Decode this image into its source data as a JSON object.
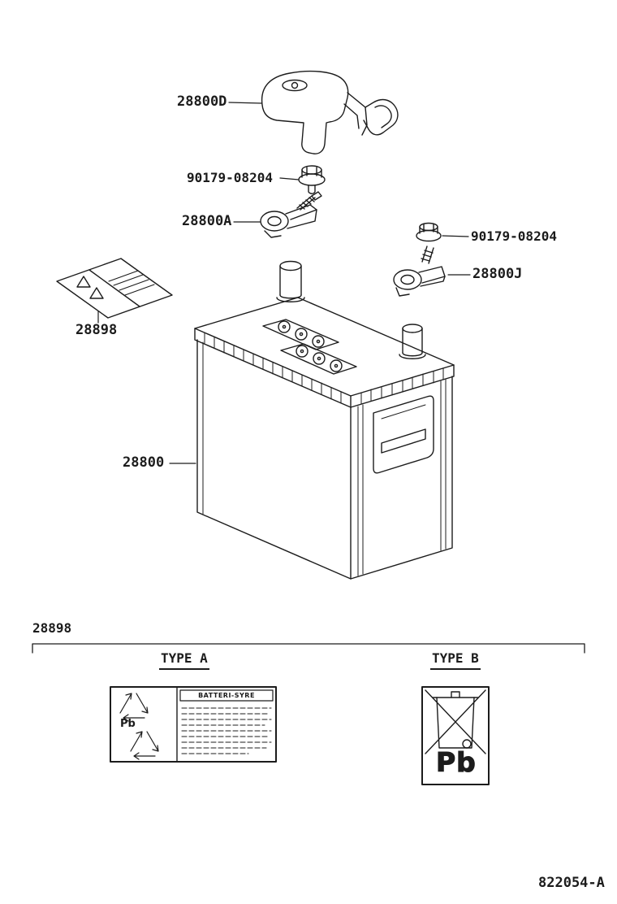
{
  "callouts": {
    "terminal_cover": "28800D",
    "nut_top": "90179-08204",
    "terminal_clamp_a": "28800A",
    "nut_right": "90179-08204",
    "terminal_clamp_j": "28800J",
    "caution_label": "28898",
    "battery": "28800"
  },
  "footer": {
    "group_number": "28898",
    "type_a": "TYPE A",
    "type_b": "TYPE B",
    "drawing_number": "822054-A"
  },
  "labels": {
    "type_a": {
      "header": "BATTERI-SYRE",
      "pb": "Pb"
    },
    "type_b": {
      "pb": "Pb"
    }
  },
  "colors": {
    "ink": "#1c1c1c",
    "background": "#ffffff"
  }
}
